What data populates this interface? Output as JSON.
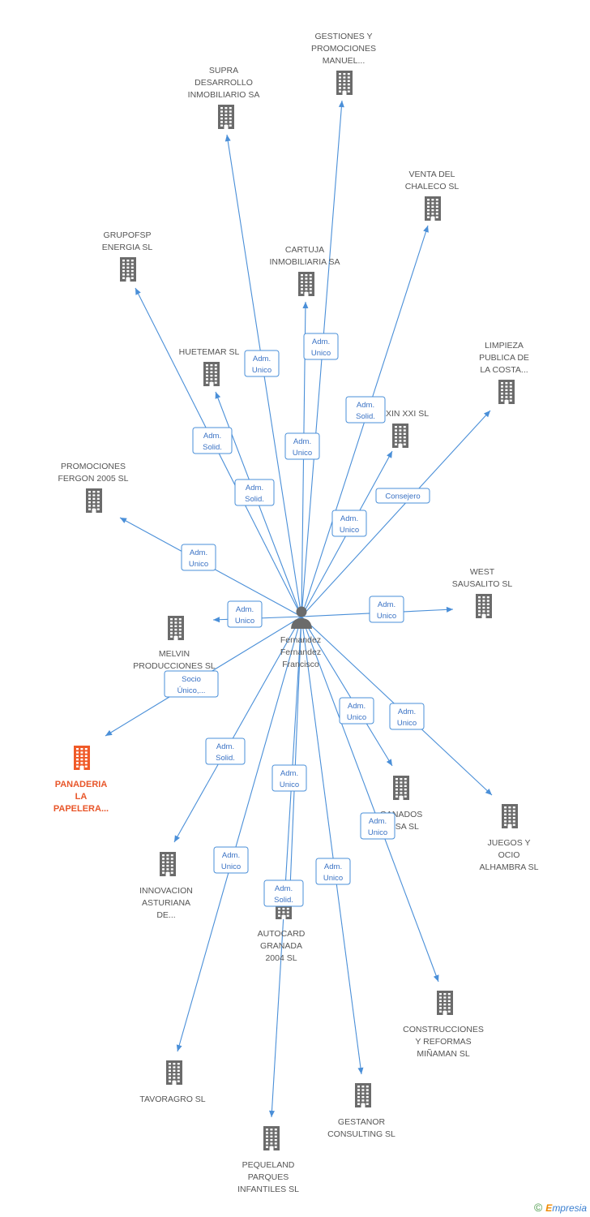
{
  "center": {
    "id": "person",
    "label_lines": [
      "Fernandez",
      "Fernandez",
      "Francisco"
    ],
    "icon": "person-icon"
  },
  "nodes": [
    {
      "id": "gestiones",
      "label_lines": [
        "GESTIONES Y",
        "PROMOCIONES",
        "MANUEL..."
      ],
      "relation": [
        "Adm.",
        "Unico"
      ],
      "highlight": false
    },
    {
      "id": "supra",
      "label_lines": [
        "SUPRA",
        "DESARROLLO",
        "INMOBILIARIO SA"
      ],
      "relation": [
        "Adm.",
        "Unico"
      ],
      "highlight": false
    },
    {
      "id": "venta",
      "label_lines": [
        "VENTA DEL",
        "CHALECO SL"
      ],
      "relation": [
        "Adm.",
        "Solid."
      ],
      "highlight": false
    },
    {
      "id": "grupofsp",
      "label_lines": [
        "GRUPOFSP",
        "ENERGIA SL"
      ],
      "relation": [
        "Adm.",
        "Solid."
      ],
      "highlight": false
    },
    {
      "id": "cartuja",
      "label_lines": [
        "CARTUJA",
        "INMOBILIARIA SA"
      ],
      "relation": [
        "Adm.",
        "Unico"
      ],
      "highlight": false
    },
    {
      "id": "huetemar",
      "label_lines": [
        "HUETEMAR SL"
      ],
      "relation": [
        "Adm.",
        "Solid."
      ],
      "highlight": false
    },
    {
      "id": "limpieza",
      "label_lines": [
        "LIMPIEZA",
        "PUBLICA DE",
        "LA COSTA..."
      ],
      "relation": [
        "Consejero"
      ],
      "highlight": false
    },
    {
      "id": "exin",
      "label_lines": [
        "EXIN XXI SL"
      ],
      "relation": [
        "Adm.",
        "Unico"
      ],
      "highlight": false
    },
    {
      "id": "fergon",
      "label_lines": [
        "PROMOCIONES",
        "FERGON 2005 SL"
      ],
      "relation": [
        "Adm.",
        "Unico"
      ],
      "highlight": false
    },
    {
      "id": "west",
      "label_lines": [
        "WEST",
        "SAUSALITO SL"
      ],
      "relation": [
        "Adm.",
        "Unico"
      ],
      "highlight": false
    },
    {
      "id": "melvin",
      "label_lines": [
        "MELVIN",
        "PRODUCCIONES SL"
      ],
      "relation": [
        "Adm.",
        "Unico"
      ],
      "highlight": false
    },
    {
      "id": "panaderia",
      "label_lines": [
        "PANADERIA",
        "LA",
        "PAPELERA..."
      ],
      "relation": [
        "Socio",
        "Único,..."
      ],
      "highlight": true
    },
    {
      "id": "ganados",
      "label_lines": [
        "GANADOS",
        "ERSA SL"
      ],
      "relation": [
        "Adm.",
        "Unico"
      ],
      "highlight": false
    },
    {
      "id": "juegos",
      "label_lines": [
        "JUEGOS Y",
        "OCIO",
        "ALHAMBRA SL"
      ],
      "relation": [
        "Adm.",
        "Unico"
      ],
      "highlight": false
    },
    {
      "id": "innovacion",
      "label_lines": [
        "INNOVACION",
        "ASTURIANA",
        "DE..."
      ],
      "relation": [
        "Adm.",
        "Solid."
      ],
      "highlight": false
    },
    {
      "id": "autocard",
      "label_lines": [
        "AUTOCARD",
        "GRANADA",
        "2004 SL"
      ],
      "relation": [
        "Adm.",
        "Unico"
      ],
      "highlight": false
    },
    {
      "id": "construcciones",
      "label_lines": [
        "CONSTRUCCIONES",
        "Y REFORMAS",
        "MIÑAMAN SL"
      ],
      "relation": [
        "Adm.",
        "Unico"
      ],
      "highlight": false
    },
    {
      "id": "tavoragro",
      "label_lines": [
        "TAVORAGRO SL"
      ],
      "relation": [
        "Adm.",
        "Unico"
      ],
      "highlight": false
    },
    {
      "id": "gestanor",
      "label_lines": [
        "GESTANOR",
        "CONSULTING SL"
      ],
      "relation": [
        "Adm.",
        "Unico"
      ],
      "highlight": false
    },
    {
      "id": "pequeland",
      "label_lines": [
        "PEQUELAND",
        "PARQUES",
        "INFANTILES SL"
      ],
      "relation": [
        "Adm.",
        "Solid."
      ],
      "highlight": false
    }
  ],
  "colors": {
    "edge": "#4a8fd8",
    "building": "#6b6b6b",
    "highlight": "#f05a28",
    "person": "#6b6b6b"
  },
  "footer": {
    "copyright": "©",
    "brand_initial": "E",
    "brand_rest": "mpresia"
  }
}
